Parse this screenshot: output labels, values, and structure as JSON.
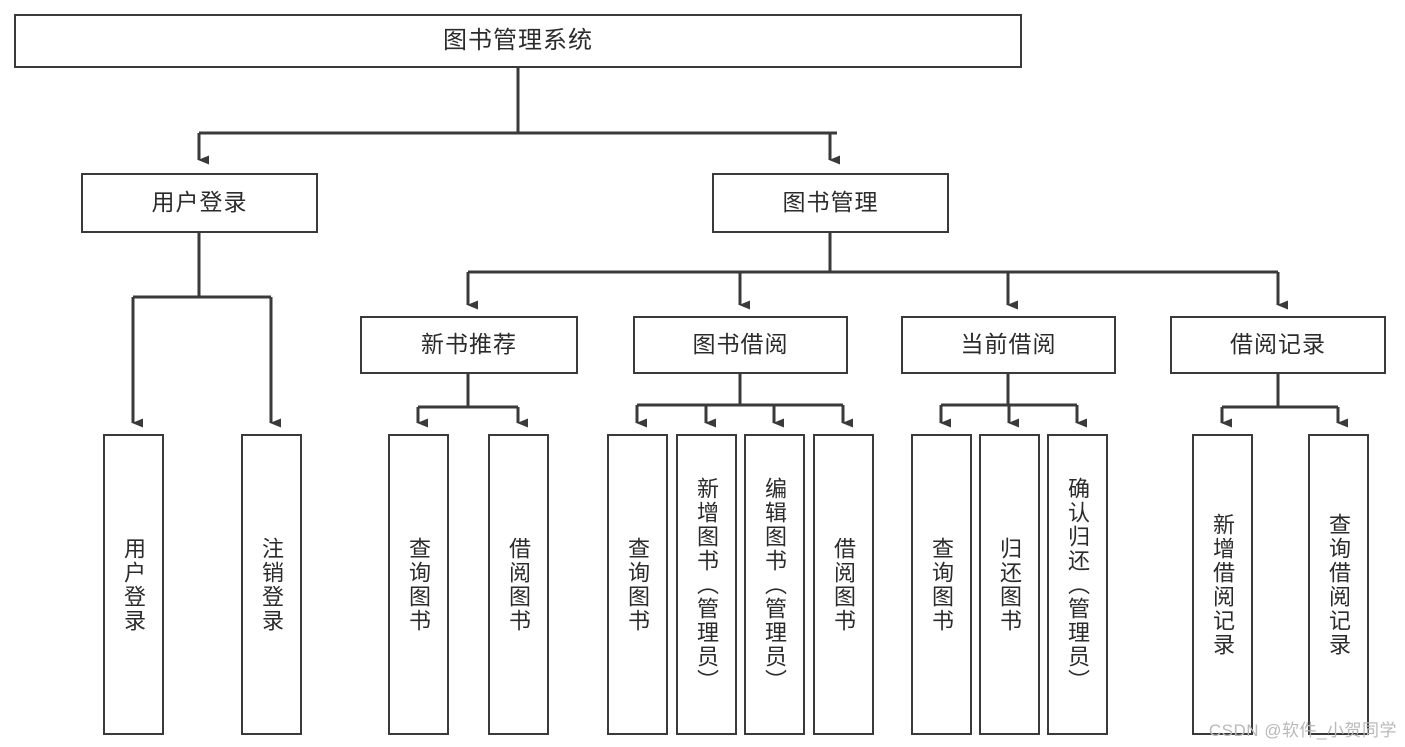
{
  "diagram": {
    "title": "图书管理系统",
    "watermark": "CSDN @软件_小贺同学",
    "colors": {
      "background": "#ffffff",
      "stroke": "#3a3a3a",
      "text": "#2b2b2b",
      "watermark": "#b9b9b9"
    },
    "nodes": {
      "root": {
        "label": "图书管理系统"
      },
      "level2": [
        {
          "id": "user-login",
          "label": "用户登录"
        },
        {
          "id": "book-management",
          "label": "图书管理"
        }
      ],
      "level3": [
        {
          "id": "new-book-recommend",
          "label": "新书推荐"
        },
        {
          "id": "book-borrow",
          "label": "图书借阅"
        },
        {
          "id": "current-borrow",
          "label": "当前借阅"
        },
        {
          "id": "borrow-record",
          "label": "借阅记录"
        }
      ],
      "leaves": {
        "user_login": [
          {
            "id": "leaf-user-login",
            "label": "用户登录"
          },
          {
            "id": "leaf-logout",
            "label": "注销登录"
          }
        ],
        "new_book_recommend": [
          {
            "id": "leaf-query-book-1",
            "label": "查询图书"
          },
          {
            "id": "leaf-borrow-book-1",
            "label": "借阅图书"
          }
        ],
        "book_borrow": [
          {
            "id": "leaf-query-book-2",
            "label": "查询图书"
          },
          {
            "id": "leaf-add-book",
            "label": "新增图书（管理员）"
          },
          {
            "id": "leaf-edit-book",
            "label": "编辑图书（管理员）"
          },
          {
            "id": "leaf-borrow-book-2",
            "label": "借阅图书"
          }
        ],
        "current_borrow": [
          {
            "id": "leaf-query-book-3",
            "label": "查询图书"
          },
          {
            "id": "leaf-return-book",
            "label": "归还图书"
          },
          {
            "id": "leaf-confirm-return",
            "label": "确认归还（管理员）"
          }
        ],
        "borrow_record": [
          {
            "id": "leaf-add-record",
            "label": "新增借阅记录"
          },
          {
            "id": "leaf-query-record",
            "label": "查询借阅记录"
          }
        ]
      }
    }
  }
}
